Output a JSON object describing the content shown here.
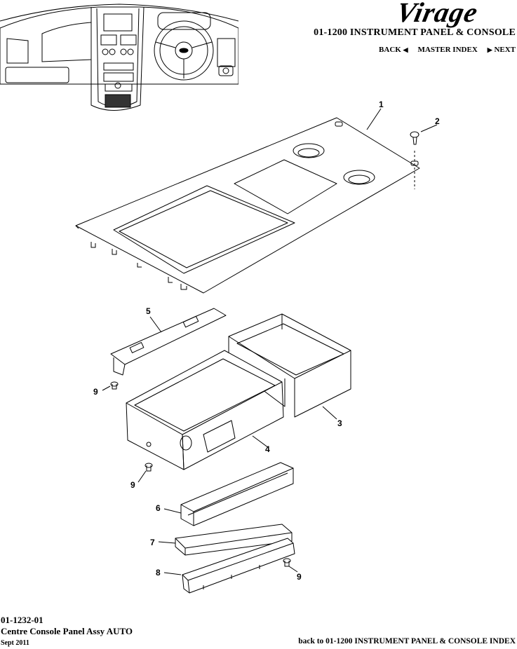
{
  "header": {
    "brand": "Virage",
    "section_title": "01-1200 INSTRUMENT PANEL & CONSOLE",
    "nav": {
      "back": "BACK",
      "master_index": "MASTER INDEX",
      "next": "NEXT"
    }
  },
  "callouts": {
    "c1": "1",
    "c2": "2",
    "c3": "3",
    "c4": "4",
    "c5": "5",
    "c6": "6",
    "c7": "7",
    "c8": "8",
    "c9a": "9",
    "c9b": "9",
    "c9c": "9"
  },
  "footer": {
    "part_number": "01-1232-01",
    "part_description": "Centre Console Panel Assy AUTO",
    "date": "Sept 2011",
    "back_link": "back to 01-1200 INSTRUMENT PANEL & CONSOLE INDEX"
  }
}
